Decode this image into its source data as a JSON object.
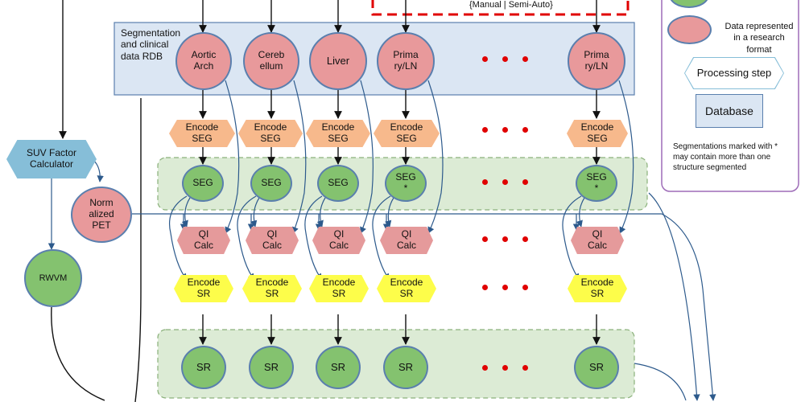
{
  "top_label": "{Manual | Semi-Auto}",
  "rdb_label": "Segmentation and clinical data RDB",
  "structures": [
    "Aortic Arch",
    "Cereb ellum",
    "Liver",
    "Prima ry/LN",
    "Prima ry/LN"
  ],
  "encode_seg": "Encode SEG",
  "seg": "SEG",
  "seg_star": "SEG *",
  "qi_calc": "QI Calc",
  "encode_sr": "Encode SR",
  "sr": "SR",
  "suv_calc": "SUV Factor Calculator",
  "normalized_pet": "Norm alized PET",
  "rwvm": "RWVM",
  "ellipsis": "• • •",
  "legend": {
    "research_format": "Data represented in a research format",
    "processing_step": "Processing step",
    "database": "Database",
    "note": "Segmentations marked with * may contain more than one structure segmented"
  },
  "colors": {
    "pink": "#e8999b",
    "green": "#84c26f",
    "orange": "#f7b98c",
    "red_hex": "#e59a9b",
    "yellow": "#fdfd4a",
    "blue_hex": "#86bed8",
    "db_blue": "#dbe6f3",
    "green_band": "#dcebd5",
    "legend_border": "#9e6cb8",
    "dashed_red": "#e00000"
  }
}
